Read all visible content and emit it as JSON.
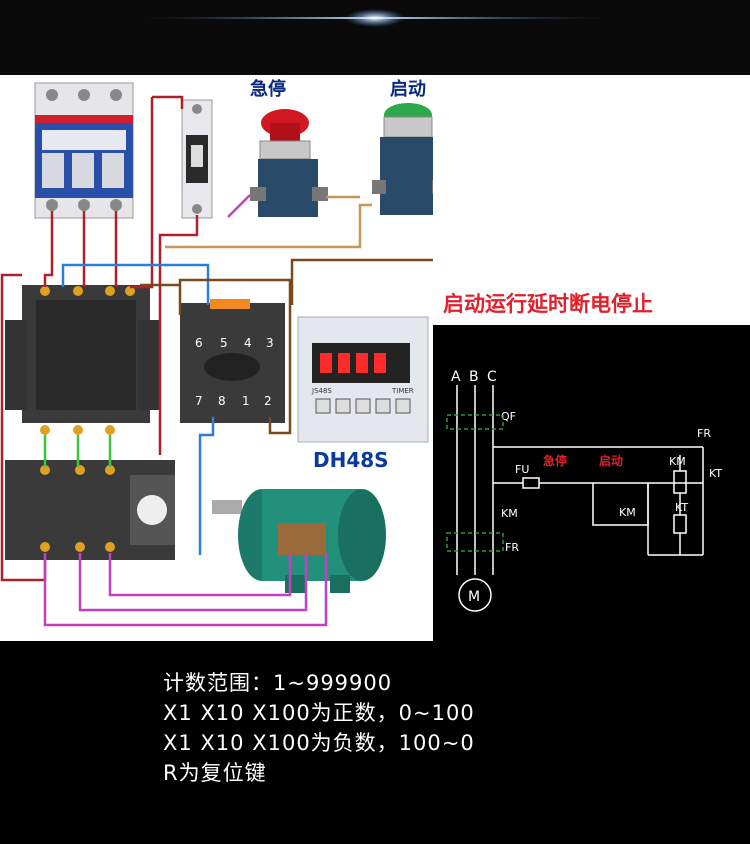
{
  "labels": {
    "estop": "急停",
    "start": "启动",
    "timer_model": "DH48S",
    "timer_small": "JS48S",
    "timer_word": "TIMER",
    "terminals_top": [
      "6",
      "5",
      "4",
      "3"
    ],
    "terminals_bottom": [
      "7",
      "8",
      "1",
      "2"
    ]
  },
  "schematic": {
    "title": "启动运行延时断电停止",
    "phases": [
      "A",
      "B",
      "C"
    ],
    "qf": "QF",
    "fr_top": "FR",
    "fu": "FU",
    "estop": "急停",
    "start": "启动",
    "km_coil": "KM",
    "kt_contact": "KT",
    "km_aux": "KM",
    "kt_coil": "KT",
    "km_main": "KM",
    "fr_main": "FR",
    "motor": "M"
  },
  "caption": [
    "计数范围：1~999900",
    "X1 X10 X100为正数，0~100",
    "X1 X10 X100为负数，100~0",
    "R为复位键"
  ],
  "colors": {
    "wire_red": "#b0202a",
    "wire_blue": "#2b7fd6",
    "wire_green": "#3cc43c",
    "wire_magenta": "#c040c0",
    "wire_brown": "#7a4a1e",
    "wire_tan": "#c8955a",
    "schem_red": "#e0202a",
    "schem_green": "#2a9a3a"
  }
}
